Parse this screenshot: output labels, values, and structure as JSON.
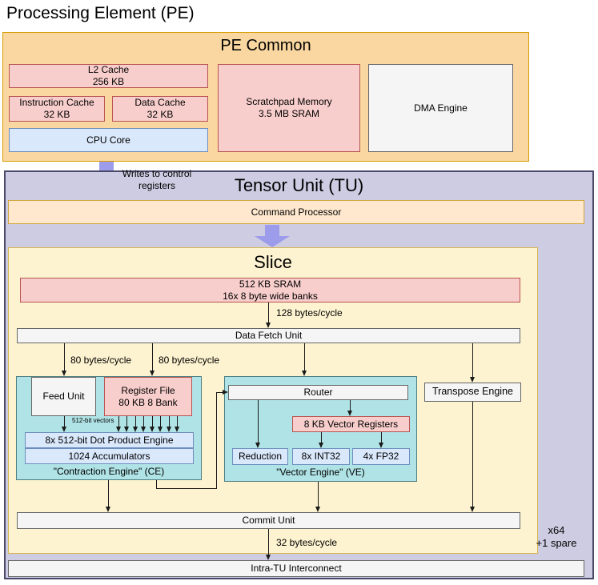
{
  "colors": {
    "orange_fill": "#FAD7A0",
    "orange_stroke": "#D79B00",
    "cream_fill": "#FFE8CE",
    "cream_stroke": "#D2A640",
    "yellow_fill": "#FDF3D0",
    "yellow_stroke": "#D6B656",
    "pink_fill": "#F8CECC",
    "pink_stroke": "#B85450",
    "blue_fill": "#DAE8FC",
    "blue_stroke": "#6C8EBF",
    "teal_fill": "#B0E3E6",
    "teal_stroke": "#4D7E80",
    "gray_fill": "#F5F5F5",
    "gray_stroke": "#666666",
    "tu_fill": "#CDCCE2",
    "tu_stroke": "#4A4A6A",
    "arrow_purple": "#9C9CEB"
  },
  "title": "Processing Element (PE)",
  "pe_common": {
    "title": "PE Common",
    "l2_cache": "L2 Cache\n256 KB",
    "instruction_cache": "Instruction Cache\n32 KB",
    "data_cache": "Data Cache\n32 KB",
    "cpu_core": "CPU Core",
    "scratchpad": "Scratchpad Memory\n3.5 MB SRAM",
    "dma": "DMA Engine"
  },
  "tensor_unit": {
    "title": "Tensor Unit (TU)",
    "writes_label": "Writes to control\nregisters",
    "command_processor": "Command Processor",
    "multiplicity": "x64\n+1 spare",
    "interconnect": "Intra-TU Interconnect"
  },
  "slice": {
    "title": "Slice",
    "sram": "512 KB SRAM\n16x 8 byte wide banks",
    "bw_128": "128 bytes/cycle",
    "data_fetch_unit": "Data Fetch Unit",
    "bw_80_left": "80 bytes/cycle",
    "bw_80_right": "80 bytes/cycle",
    "bw_32": "32 bytes/cycle",
    "commit_unit": "Commit Unit",
    "transpose_engine": "Transpose Engine",
    "contraction_engine": {
      "feed_unit": "Feed Unit",
      "register_file": "Register File\n80 KB 8 Bank",
      "vectors_label": "512-bit vectors",
      "dot_product": "8x 512-bit Dot Product Engine",
      "accumulators": "1024 Accumulators",
      "caption": "\"Contraction Engine\" (CE)"
    },
    "vector_engine": {
      "router": "Router",
      "vector_registers": "8 KB Vector Registers",
      "reduction": "Reduction",
      "int32": "8x INT32",
      "fp32": "4x FP32",
      "caption": "\"Vector Engine\" (VE)"
    }
  }
}
